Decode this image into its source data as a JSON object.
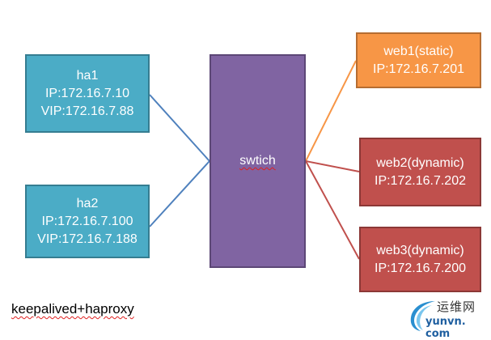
{
  "diagram": {
    "nodes": {
      "ha1": {
        "name": "ha1",
        "ip": "IP:172.16.7.10",
        "vip": "VIP:172.16.7.88"
      },
      "ha2": {
        "name": "ha2",
        "ip": "IP:172.16.7.100",
        "vip": "VIP:172.16.7.188"
      },
      "switch": {
        "label": "swtich"
      },
      "web1": {
        "name": "web1(static)",
        "ip": "IP:172.16.7.201"
      },
      "web2": {
        "name": "web2(dynamic)",
        "ip": "IP:172.16.7.202"
      },
      "web3": {
        "name": "web3(dynamic)",
        "ip": "IP:172.16.7.200"
      }
    },
    "edges": [
      {
        "from": "ha1",
        "to": "switch",
        "color": "#4f81bd"
      },
      {
        "from": "ha2",
        "to": "switch",
        "color": "#4f81bd"
      },
      {
        "from": "switch",
        "to": "web1",
        "color": "#f79646"
      },
      {
        "from": "switch",
        "to": "web2",
        "color": "#c0504d"
      },
      {
        "from": "switch",
        "to": "web3",
        "color": "#c0504d"
      }
    ],
    "caption": "keepalived+haproxy"
  },
  "watermark": {
    "cn": "运维网",
    "en": "yunvn. com"
  },
  "colors": {
    "ha": "#4bacc6",
    "switch": "#8064a2",
    "static": "#f79646",
    "dynamic": "#c0504d"
  }
}
